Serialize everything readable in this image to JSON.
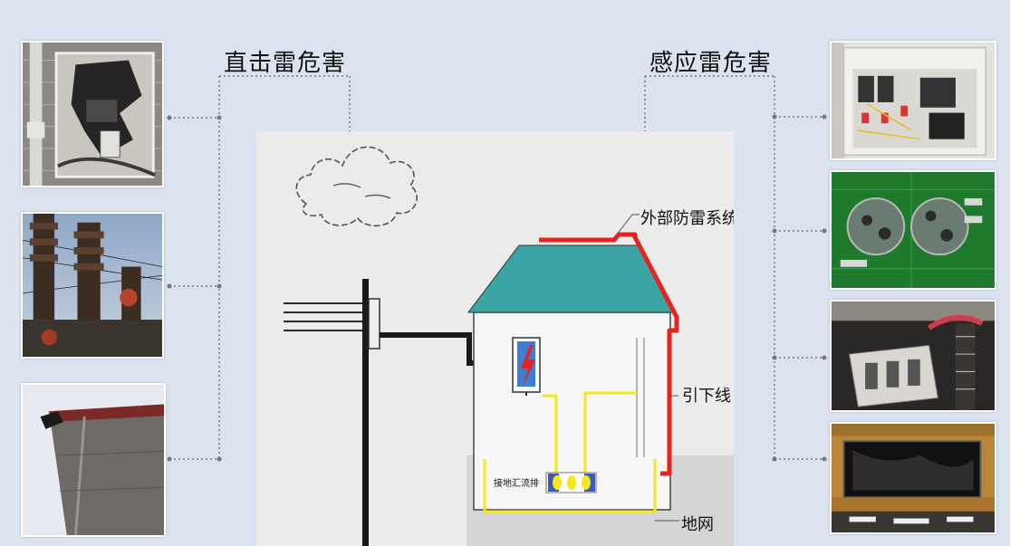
{
  "headings": {
    "direct": "直击雷危害",
    "induced": "感应雷危害"
  },
  "diagram": {
    "external_system_label": "外部防雷系统",
    "down_conductor_label": "引下线",
    "ground_grid_label": "地网",
    "ground_busbar_label": "接地汇流排"
  },
  "photos": {
    "left": [
      "damaged-meter-box",
      "burnt-insulators",
      "damaged-roof-edge"
    ],
    "right": [
      "damaged-distribution-cabinet",
      "burnt-circuit-board",
      "burnt-terminal-block",
      "burnt-equipment"
    ]
  },
  "colors": {
    "background": "#dbe3f1",
    "roof": "#3aa3a3",
    "lightning_conductor": "#e8221c",
    "ground_wire": "#f4e81a",
    "connector_line": "#777777"
  }
}
